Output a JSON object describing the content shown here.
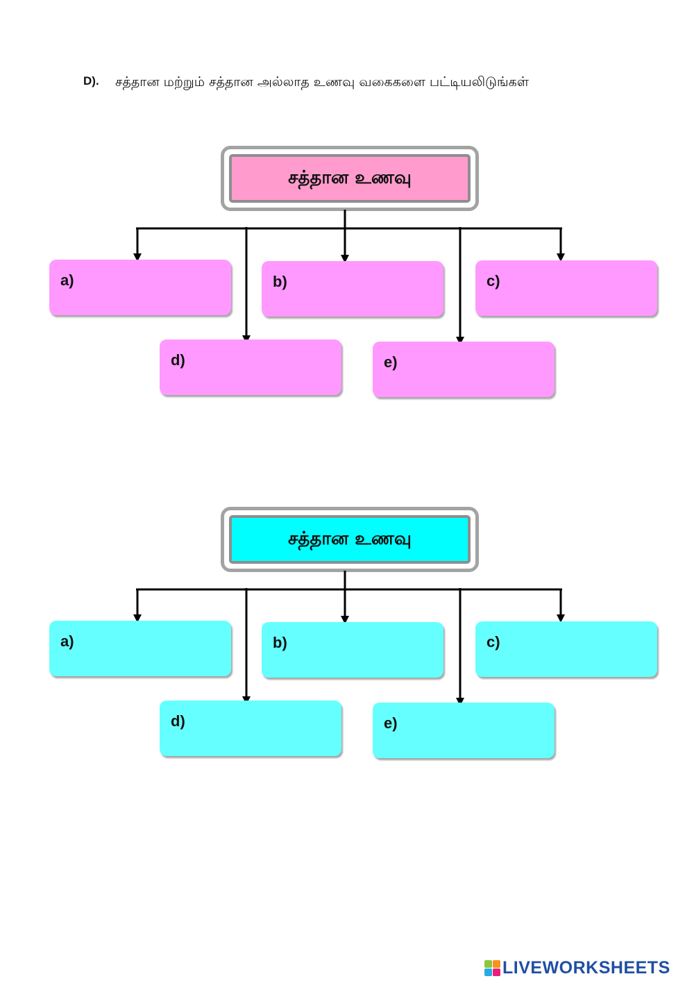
{
  "question": {
    "label": "D).",
    "text": "சத்தான மற்றும் சத்தான அல்லாத உணவு வகைகளை பட்டியலிடுங்கள்"
  },
  "diagrams": [
    {
      "title": "சத்தான உணவு",
      "color": "#ff99ff",
      "title_color": "#ff9ccd",
      "boxes": [
        {
          "label": "a)"
        },
        {
          "label": "b)"
        },
        {
          "label": "c)"
        },
        {
          "label": "d)"
        },
        {
          "label": "e)"
        }
      ]
    },
    {
      "title": "சத்தான உணவு",
      "color": "#66ffff",
      "title_color": "#00ffff",
      "boxes": [
        {
          "label": "a)"
        },
        {
          "label": "b)"
        },
        {
          "label": "c)"
        },
        {
          "label": "d)"
        },
        {
          "label": "e)"
        }
      ]
    }
  ],
  "footer": {
    "brand": "LIVEWORKSHEETS",
    "logo_colors": [
      "#8cc63f",
      "#f7931e",
      "#29abe2",
      "#ed1e79"
    ]
  }
}
